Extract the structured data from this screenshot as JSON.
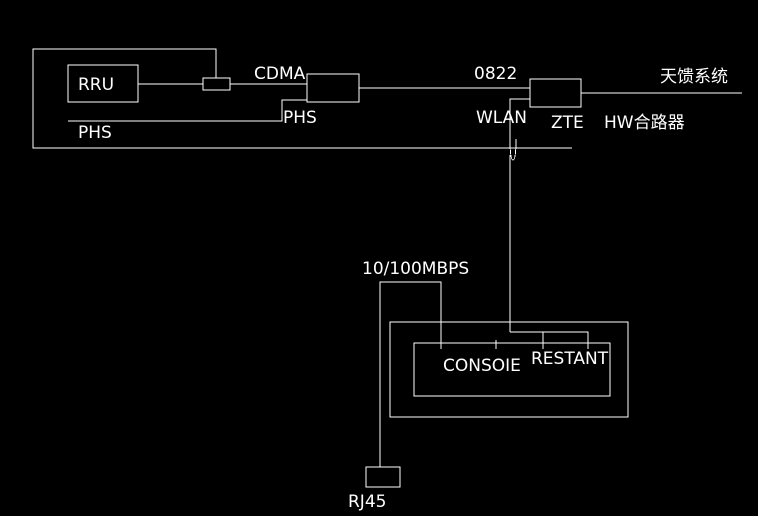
{
  "labels": {
    "rru": "RRU",
    "cdma": "CDMA",
    "phs_combiner": "PHS",
    "phs_line": "PHS",
    "band_0822": "0822",
    "wlan": "WLAN",
    "zte": "ZTE",
    "hw_combiner": "HW合路器",
    "feeder": "天馈系统",
    "speed": "10/100MBPS",
    "console": "CONSOIE",
    "restant": "RESTANT",
    "rj45": "RJ45"
  },
  "colors": {
    "background": "#000000",
    "stroke": "#ffffff"
  }
}
